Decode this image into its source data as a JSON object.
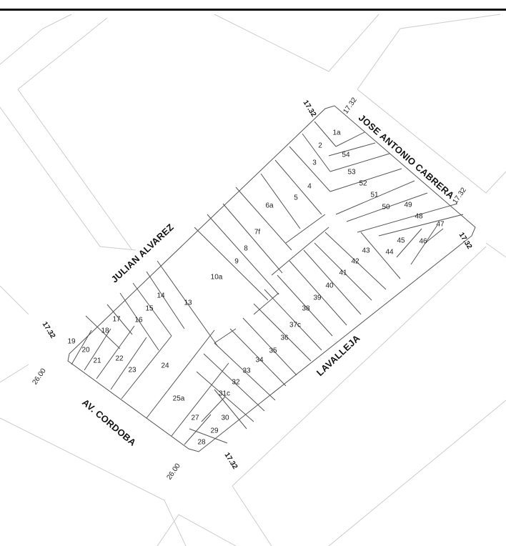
{
  "map": {
    "streets": {
      "north_west": "JULIAN ALVAREZ",
      "north_east": "JOSE ANTONIO CABRERA",
      "south_east": "LAVALLEJA",
      "south_west": "AV. CORDOBA"
    },
    "dimensions": [
      "17.32",
      "17.32",
      "17.32",
      "17.32",
      "17.32",
      "26.00",
      "26.00",
      "17.32"
    ],
    "lots": [
      "1a",
      "2",
      "54",
      "3",
      "53",
      "4",
      "52",
      "51",
      "5",
      "50",
      "49",
      "48",
      "47",
      "6a",
      "45",
      "46",
      "7f",
      "44",
      "43",
      "8",
      "42",
      "9",
      "41",
      "10a",
      "40",
      "14",
      "13",
      "39",
      "15",
      "38",
      "17",
      "16",
      "37c",
      "18",
      "36",
      "19",
      "35",
      "20",
      "22",
      "21",
      "34",
      "23",
      "24",
      "33",
      "32",
      "31c",
      "25a",
      "30",
      "27",
      "29",
      "28"
    ]
  }
}
